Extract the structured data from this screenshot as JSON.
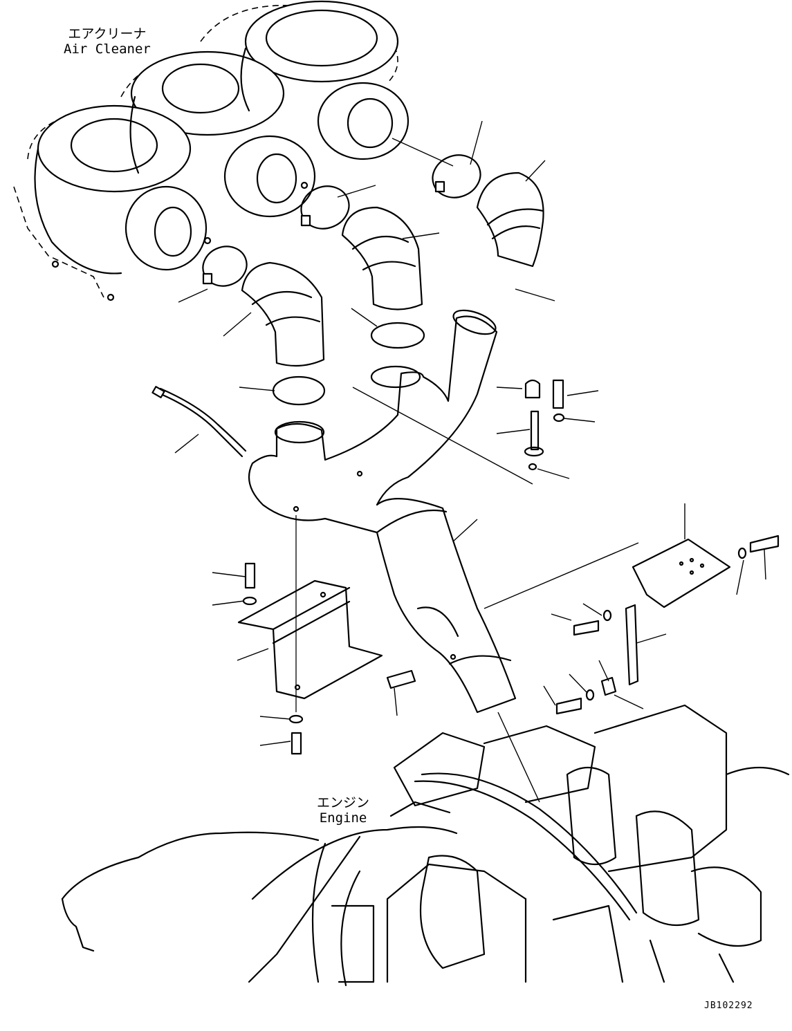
{
  "labels": {
    "air_cleaner_jp": "エアクリーナ",
    "air_cleaner_en": "Air Cleaner",
    "engine_jp": "エンジン",
    "engine_en": "Engine",
    "drawing_code": "JB102292"
  }
}
